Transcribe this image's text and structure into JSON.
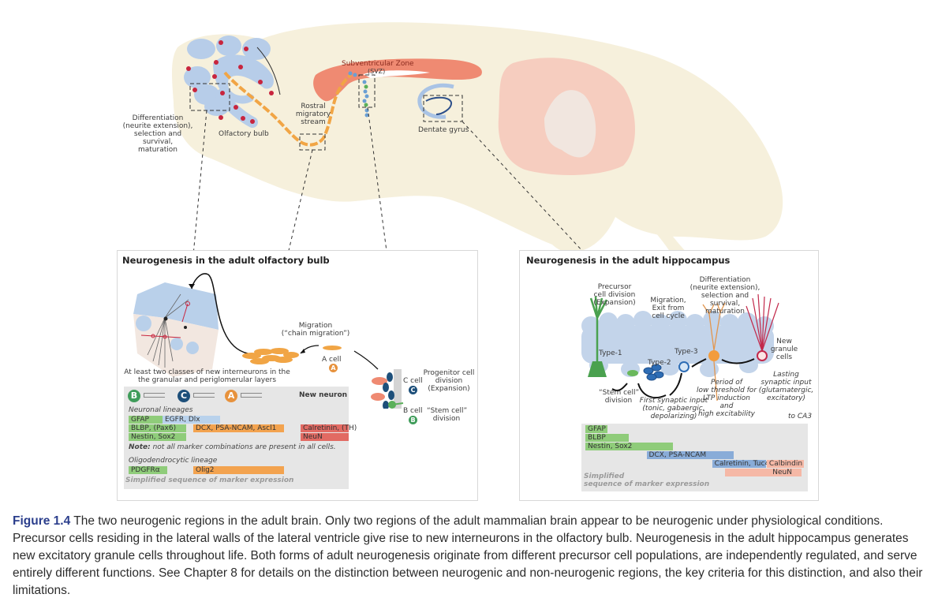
{
  "figure": {
    "colors": {
      "brain_fill": "#f6f0dc",
      "cerebellum": "#f6cdbf",
      "cerebellum_inner": "#f1e6df",
      "ventricle": "#ef8a72",
      "bulb_blue": "#b7cde9",
      "rms_orange": "#f1a545",
      "dot_red": "#c8253e",
      "caption_accent": "#2b3e8c",
      "marker_green": "#8fcc7a",
      "marker_blue": "#b9d2ec",
      "marker_orange": "#f3a34f",
      "marker_red": "#e26a63",
      "marker_hippo_blue": "#89acd8",
      "marker_salmon": "#f5b8a6",
      "cell_b": "#3f9c5a",
      "cell_c": "#1d4f7a",
      "cell_a": "#e7923d"
    },
    "brain_labels": {
      "differentiation": [
        "Differentiation",
        "(neurite extension),",
        "selection and",
        "survival,",
        "maturation"
      ],
      "olfactory_bulb": "Olfactory bulb",
      "rms": [
        "Rostral",
        "migratory",
        "stream"
      ],
      "svz": "Subventricular Zone",
      "svz_abbr": "(SVZ)",
      "dentate_gyrus": "Dentate gyrus"
    },
    "olfactory_panel": {
      "title": "Neurogenesis in the adult olfactory bulb",
      "migration": [
        "Migration",
        "(“chain migration”)"
      ],
      "a_cell": "A cell",
      "a_letter": "A",
      "interneurons": [
        "At least two classes of new interneurons in the",
        "the granular and periglomerular layers"
      ],
      "progenitor": [
        "Progenitor cell",
        "division",
        "(Expansion)"
      ],
      "c_cell": "C cell",
      "c_letter": "C",
      "b_cell": "B cell",
      "b_letter": "B",
      "stem_cell": [
        "“Stem cell”",
        "division"
      ],
      "markers": {
        "sequence": [
          "B",
          "C",
          "A"
        ],
        "new_neuron": "New neuron",
        "neuronal_lineages": "Neuronal lineages",
        "rows": [
          {
            "label": "GFAP",
            "color": "green"
          },
          {
            "label": "EGFR, Dlx",
            "color": "blue"
          },
          {
            "label": "BLBP, (Pax6)",
            "color": "green"
          },
          {
            "label": "DCX, PSA-NCAM, Ascl1",
            "color": "orange"
          },
          {
            "label": "Calretinin, (TH)",
            "color": "red"
          },
          {
            "label": "Nestin, Sox2",
            "color": "green"
          },
          {
            "label": "NeuN",
            "color": "red"
          }
        ],
        "note_bold": "Note:",
        "note_text": " not all marker combinations are present in all cells.",
        "oligo_title": "Oligodendrocytic lineage",
        "oligo_rows": [
          {
            "label": "PDGFRα",
            "color": "green"
          },
          {
            "label": "Olig2",
            "color": "orange"
          }
        ],
        "footer": "Simplified sequence of marker expression"
      }
    },
    "hippocampus_panel": {
      "title": "Neurogenesis in the adult hippocampus",
      "precursor": [
        "Precursor",
        "cell division",
        "(Expansion)"
      ],
      "migration": [
        "Migration,",
        "Exit from",
        "cell cycle"
      ],
      "differentiation": [
        "Differentiation",
        "(neurite extension),",
        "selection and",
        "survival,",
        "maturation"
      ],
      "type1": "Type-1",
      "type2": "Type-2",
      "type3": "Type-3",
      "new_granule": [
        "New",
        "granule",
        "cells"
      ],
      "stem_cell": [
        "“Stem cell”",
        "division"
      ],
      "first_synaptic": [
        "First synaptic input",
        "(tonic, gabaergic,",
        "depolarizing)"
      ],
      "period": [
        "Period of",
        "low threshold for",
        "LTP induction",
        "and",
        "high excitability"
      ],
      "lasting": [
        "Lasting",
        "synaptic input",
        "(glutamatergic,",
        "excitatory)"
      ],
      "to_ca3": "to CA3",
      "markers": {
        "rows": [
          {
            "label": "GFAP",
            "start": 0.0,
            "end": 0.1
          },
          {
            "label": "BLBP",
            "start": 0.0,
            "end": 0.2
          },
          {
            "label": "Nestin, Sox2",
            "start": 0.0,
            "end": 0.4
          },
          {
            "label": "DCX, PSA-NCAM",
            "start": 0.28,
            "end": 0.68
          },
          {
            "label": "Calretinin, Tuc4",
            "start": 0.58,
            "end": 0.82
          },
          {
            "label": "Calbindin",
            "start": 0.83,
            "end": 1.0
          },
          {
            "label": "NeuN",
            "start": 0.64,
            "end": 1.0
          }
        ],
        "footer": [
          "Simplified",
          "sequence of marker expression"
        ]
      }
    },
    "caption": {
      "label": "Figure 1.4",
      "text": "  The two neurogenic regions in the adult brain. Only two regions of the adult mammalian brain appear to be neurogenic under physiological conditions. Precursor cells residing in the lateral walls of the lateral ventricle give rise to new interneurons in the olfactory bulb. Neurogenesis in the adult hippocampus generates new excitatory granule cells throughout life. Both forms of adult neurogenesis originate from different precursor cell populations, are independently regulated, and serve entirely different functions. See Chapter 8 for details on the distinction between neurogenic and non-neurogenic regions, the key criteria for this distinction, and also their limitations."
    }
  }
}
